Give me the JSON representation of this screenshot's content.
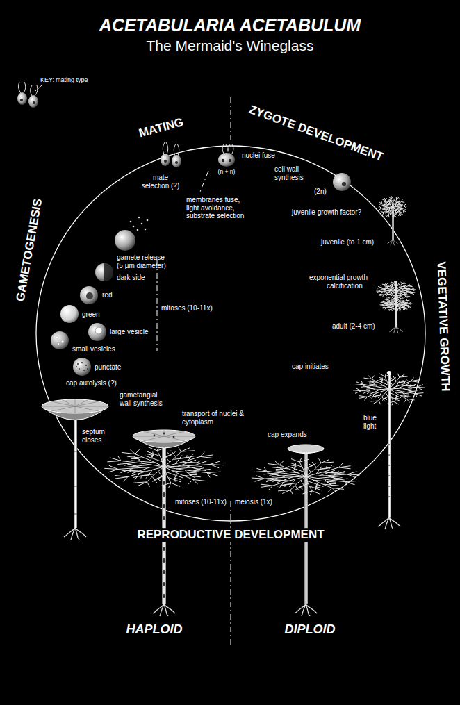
{
  "diagram": {
    "title": "ACETABULARIA ACETABULUM",
    "labels": [
      "The Mermaid's Wineglass",
      "KEY:",
      "MATING",
      "ZYGOTE DEVELOPMENT",
      "VEGETATIVE GROWTH",
      "GAMETOGENESIS",
      "REPRODUCTIVE DEVELOPMENT",
      "mate selection (?)",
      "nuclei fuse",
      "(n + n)",
      "membranes fuse, light avoidance, substrate selection",
      "cell wall synthesis",
      "(2n)",
      "juvenile growth factor?",
      "juvenile (to 1 cm)",
      "exponential growth",
      "calcification",
      "adult (2-4 cm)",
      "cap initiates",
      "blue light",
      "cap expands",
      "transport of nuclei & cytoplasm",
      "gametangial wall synthesis",
      "septum closes",
      "cap autolysis (?)",
      "punctate",
      "small vesicles",
      "large vesicle",
      "mitoses (10-11x)",
      "green",
      "red",
      "dark side",
      "gamete release (5 µm diameter)",
      "mitoses (10-11x)",
      "meiosis (1x)",
      "HAPLOID",
      "DIPLOID"
    ],
    "legend": [
      {
        "text": "mating type"
      }
    ]
  }
}
